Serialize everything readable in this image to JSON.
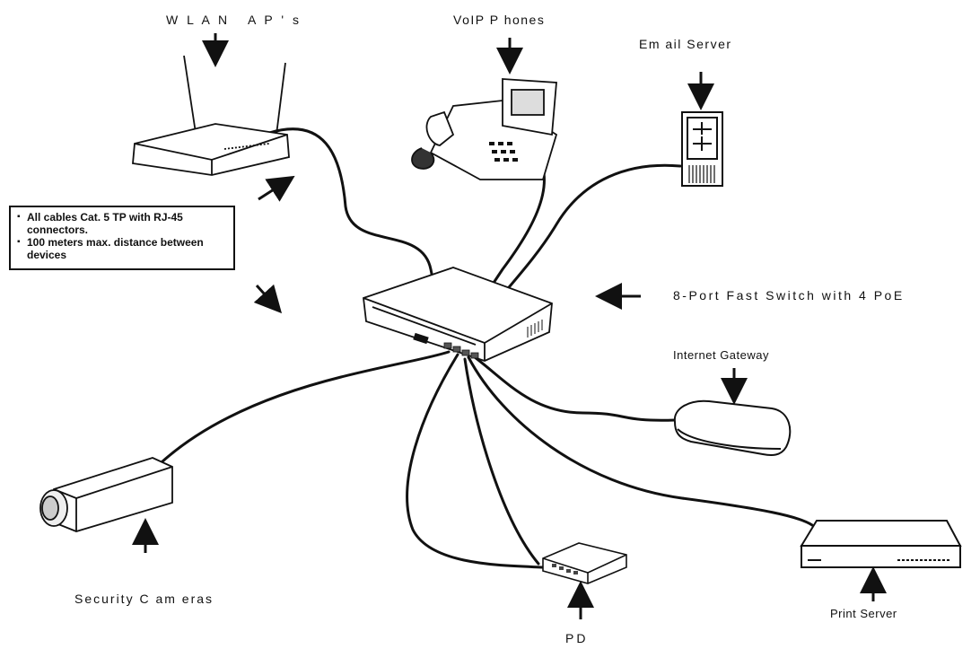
{
  "labels": {
    "wlan_ap": "W L A N   A P ' s",
    "voip": "VoIP P hones",
    "email_server": "Em ail Server",
    "switch": "8-Port Fast Switch with 4 PoE",
    "internet_gateway": "Internet Gateway",
    "security_cameras": "Security C am eras",
    "pd": "PD",
    "print_server": "Print Server"
  },
  "notes": [
    "All cables Cat. 5 TP with RJ-45 connectors.",
    "100 meters max. distance between devices"
  ],
  "icons": {
    "wlan_ap": "wireless-router-icon",
    "voip": "ip-phone-icon",
    "email_server": "tower-server-icon",
    "switch": "network-switch-icon",
    "internet_gateway": "gateway-modem-icon",
    "security_cameras": "security-camera-icon",
    "pd": "powered-device-icon",
    "print_server": "print-server-icon"
  }
}
